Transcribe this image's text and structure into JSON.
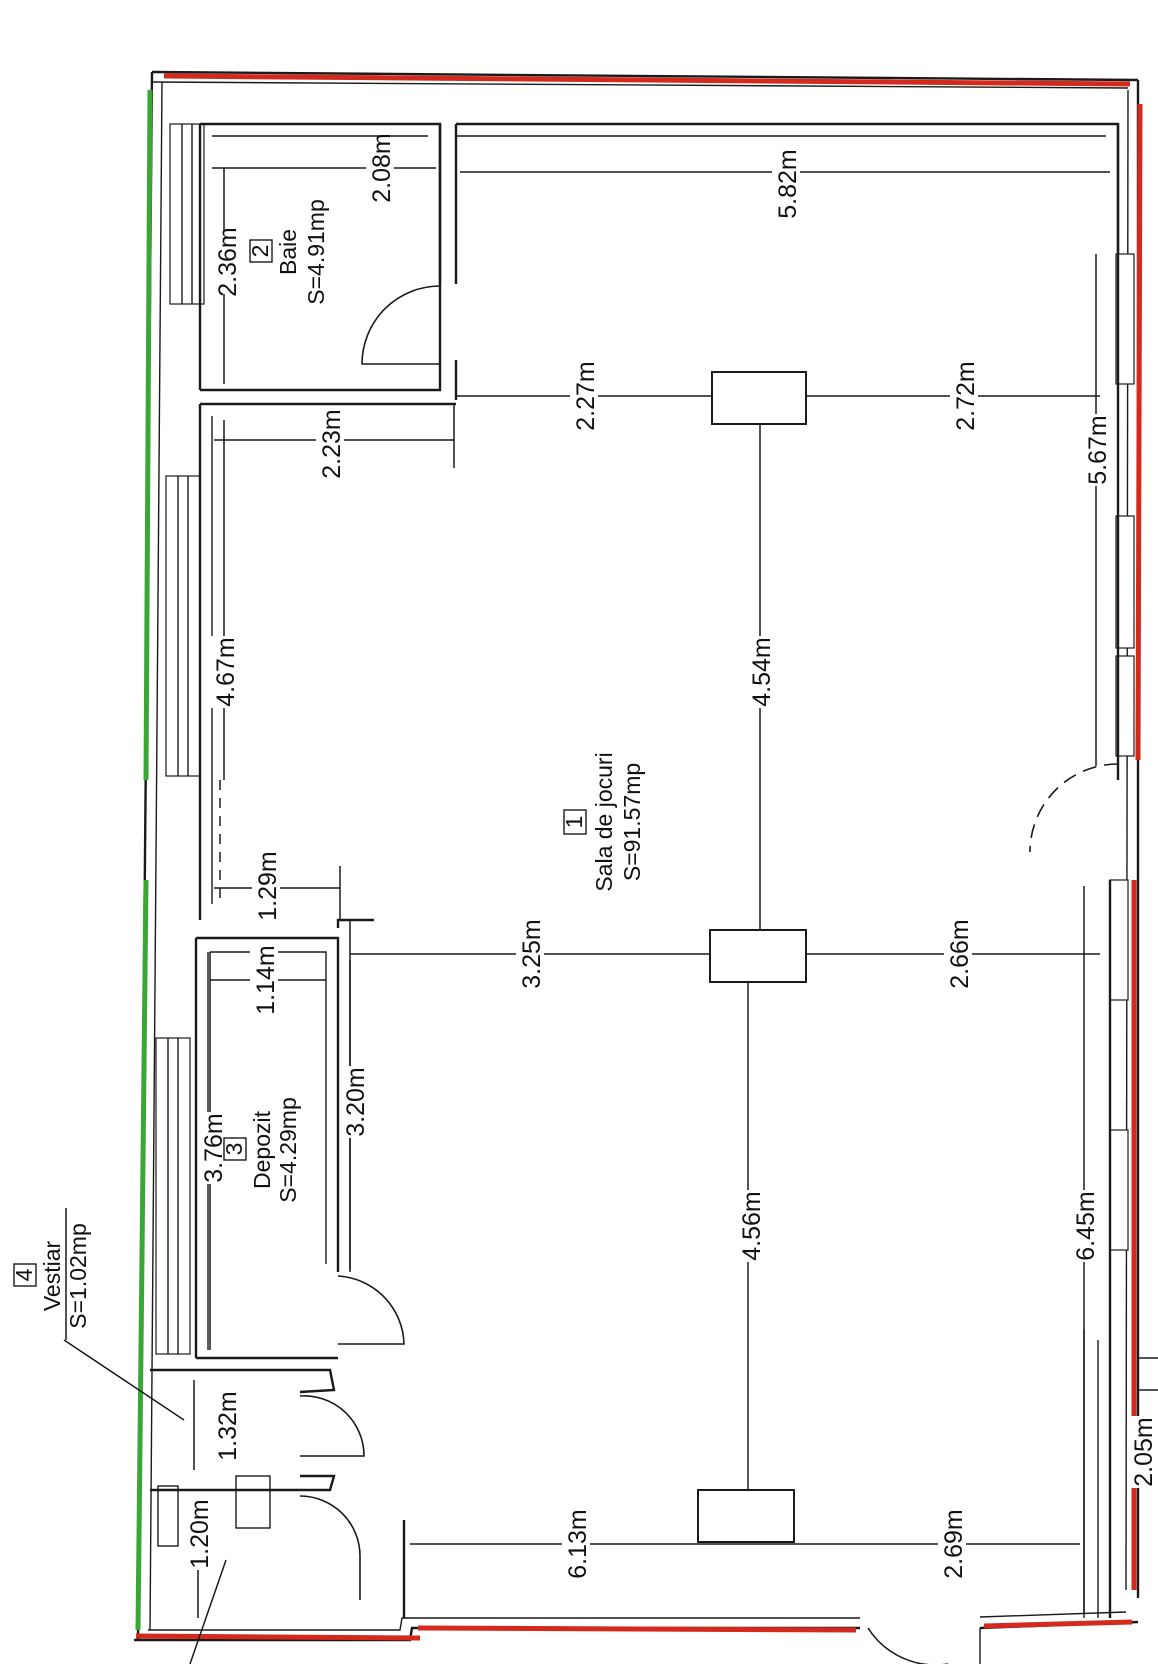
{
  "colors": {
    "exterior_wall_marker": "#d42a1e",
    "party_wall_marker": "#3aa635",
    "line": "#1a1a1a",
    "background": "#ffffff"
  },
  "rooms": {
    "main": {
      "number": "1",
      "name": "Sala de jocuri",
      "area": "S=91.57mp"
    },
    "bath": {
      "number": "2",
      "name": "Baie",
      "area": "S=4.91mp"
    },
    "storage": {
      "number": "3",
      "name": "Depozit",
      "area": "S=4.29mp"
    },
    "locker": {
      "number": "4",
      "name": "Vestiar",
      "area": "S=1.02mp"
    }
  },
  "dimensions": {
    "d_582": "5.82m",
    "d_208": "2.08m",
    "d_236": "2.36m",
    "d_227": "2.27m",
    "d_272": "2.72m",
    "d_223": "2.23m",
    "d_567": "5.67m",
    "d_454": "4.54m",
    "d_467": "4.67m",
    "d_129": "1.29m",
    "d_114": "1.14m",
    "d_325": "3.25m",
    "d_266": "2.66m",
    "d_320": "3.20m",
    "d_376": "3.76m",
    "d_645": "6.45m",
    "d_456": "4.56m",
    "d_132": "1.32m",
    "d_120": "1.20m",
    "d_613": "6.13m",
    "d_269": "2.69m",
    "d_205": "2.05m"
  }
}
